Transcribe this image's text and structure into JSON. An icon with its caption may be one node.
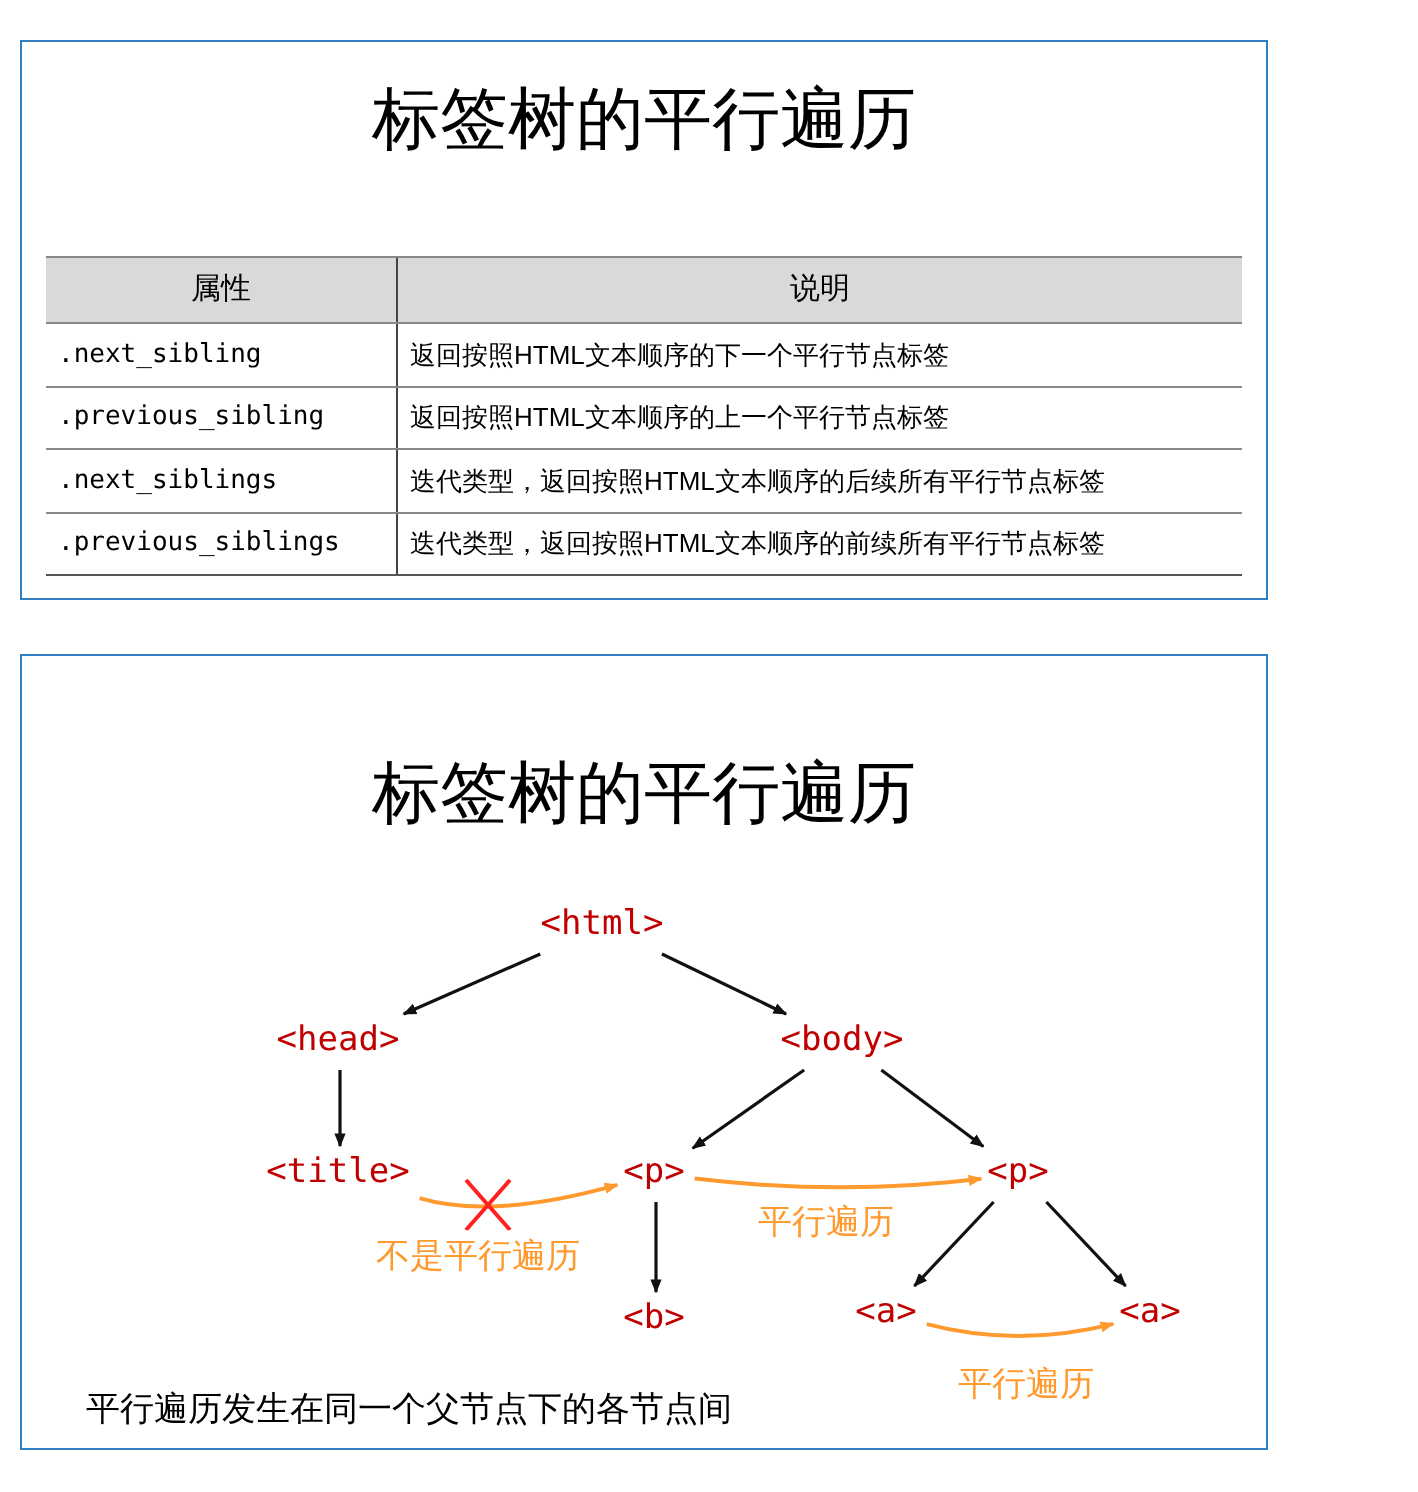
{
  "diagram": {
    "nodes": [
      {
        "text": [
          "标签树的平行遍历"
        ]
      },
      {
        "text": [
          "标签树的平行遍历"
        ]
      },
      {
        "text": [
          "<html>"
        ],
        "in": 1
      },
      {
        "text": [
          "<head>"
        ],
        "in": 1
      },
      {
        "text": [
          "<body>"
        ],
        "in": 1
      },
      {
        "text": [
          "<title>"
        ],
        "in": 1
      },
      {
        "text": [
          "<p>"
        ],
        "in": 1
      },
      {
        "text": [
          "<p>"
        ],
        "in": 1
      },
      {
        "text": [
          "<b>"
        ],
        "in": 1
      },
      {
        "text": [
          "<a>"
        ],
        "in": 1
      },
      {
        "text": [
          "<a>"
        ],
        "in": 1
      }
    ],
    "edges": [
      {
        "from": 2,
        "to": 3,
        "arrow": "to"
      },
      {
        "from": 2,
        "to": 4,
        "arrow": "to"
      },
      {
        "from": 3,
        "to": 5,
        "arrow": "to"
      },
      {
        "from": 4,
        "to": 6,
        "arrow": "to"
      },
      {
        "from": 4,
        "to": 7,
        "arrow": "to"
      },
      {
        "from": 6,
        "to": 8,
        "arrow": "to"
      },
      {
        "from": 7,
        "to": 9,
        "arrow": "to"
      },
      {
        "from": 7,
        "to": 10,
        "arrow": "to"
      },
      {
        "from": 5,
        "to": 6,
        "arrow": "to",
        "label": "不是平行遍历",
        "color": "#ff9a2e"
      },
      {
        "from": 6,
        "to": 7,
        "arrow": "to",
        "label": "平行遍历",
        "color": "#ff9a2e"
      },
      {
        "from": 9,
        "to": 10,
        "arrow": "to",
        "label": "平行遍历",
        "color": "#ff9a2e"
      }
    ],
    "labels": [
      "属性",
      "说明",
      ".next_sibling",
      "返回按照HTML文本顺序的下一个平行节点标签",
      ".previous_sibling",
      "返回按照HTML文本顺序的上一个平行节点标签",
      ".next_siblings",
      "迭代类型，返回按照HTML文本顺序的后续所有平行节点标签",
      ".previous_siblings",
      "迭代类型，返回按照HTML文本顺序的前续所有平行节点标签",
      "平行遍历发生在同一个父节点下的各节点间"
    ]
  }
}
